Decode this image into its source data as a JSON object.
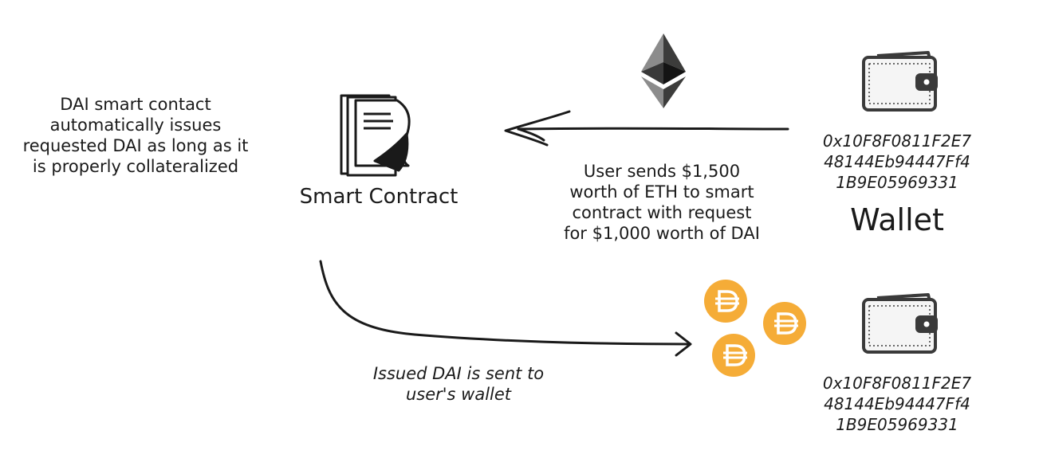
{
  "left_note": {
    "lines": [
      "DAI smart contact",
      "automatically issues",
      "requested DAI as long as it",
      "is properly collateralized"
    ]
  },
  "smart_contract": {
    "label": "Smart Contract",
    "icon": "document-stack-icon"
  },
  "eth": {
    "icon": "ethereum-logo-icon"
  },
  "user_sends": {
    "lines": [
      "User sends $1,500",
      "worth of ETH to smart",
      "contract with request",
      "for $1,000 worth of DAI"
    ]
  },
  "wallet_top": {
    "address_lines": [
      "0x10F8F0811F2E7",
      "48144Eb94447Ff4",
      "1B9E05969331"
    ],
    "label": "Wallet",
    "icon": "wallet-icon"
  },
  "issued_note": {
    "lines": [
      "Issued DAI is sent to",
      "user's wallet"
    ]
  },
  "dai_coins": {
    "icon": "dai-coin-icon",
    "color": "#F5AC37"
  },
  "wallet_bottom": {
    "address_lines": [
      "0x10F8F0811F2E7",
      "48144Eb94447Ff4",
      "1B9E05969331"
    ],
    "icon": "wallet-icon"
  }
}
